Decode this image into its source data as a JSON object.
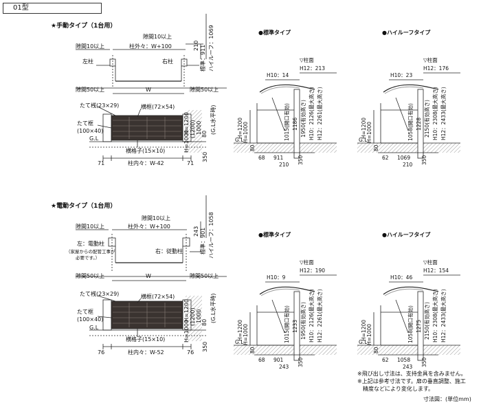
{
  "title": "01型",
  "manual": {
    "heading": "★手動タイプ（1台用）",
    "gap_top": "隙間10以上",
    "gap_left": "隙間10以上",
    "outer_width": "柱外々：W+100",
    "left_post": "左柱",
    "right_post": "右柱",
    "gap_bottom_left": "隙間50以上",
    "gap_bottom_right": "隙間50以上",
    "width_label": "W",
    "dim_210": "210",
    "standard_911": "標準：911",
    "hiroof_1069": "ハイルーフ：1069",
    "tatesan": "たて桟(23×29)",
    "yokowaku": "横框(72×54)",
    "tatewaku": "たて框",
    "tatewaku_size": "(100×40)",
    "yokokoushi": "横格子(15×10)",
    "gl": "G.L",
    "gl_level": "(G.L水平時)",
    "h1200": "H=1200",
    "h1000": "H=1000",
    "p1200": "(1200)",
    "p1000": "1000",
    "d80": "80",
    "d350": "350",
    "d71a": "71",
    "d71b": "71",
    "inner_width": "柱内々：W-42"
  },
  "electric": {
    "heading": "★電動タイプ（1台用）",
    "gap_top": "隙間10以上",
    "gap_left": "隙間10以上",
    "outer_width": "柱外々：W+100",
    "left_post": "左：電動柱",
    "left_post_note1": "（家屋からの配管工事が",
    "left_post_note2": "必要です。）",
    "right_post": "右：従動柱",
    "gap_bottom_left": "隙間50以上",
    "gap_bottom_right": "隙間50以上",
    "width_label": "W",
    "dim_243": "243",
    "standard_901": "標準：901",
    "hiroof_1058": "ハイルーフ：1058",
    "tatesan": "たて桟(23×29)",
    "yokowaku": "横框(72×54)",
    "tatewaku": "たて框",
    "tatewaku_size": "(100×40)",
    "yokokoushi": "横格子(15×10)",
    "gl": "G.L",
    "gl_level": "(G.L水平時)",
    "h1200": "H=1200",
    "h1000": "H=1000",
    "p1200": "(1200)",
    "p1000": "1000",
    "d80": "80",
    "d350": "350",
    "d76a": "76",
    "d76b": "76",
    "inner_width": "柱内々：W-52"
  },
  "side_views": [
    {
      "heading": "●標準タイプ",
      "column_face": "▽柱面",
      "h10": "H10：14",
      "h12": "H12：213",
      "h1200": "H=1200",
      "h1000": "H=1000",
      "v1015": "1015(開口有効)",
      "v1186": "1186",
      "v1950": "1950(有効高さ)",
      "h10_tall": "H10：2126(最大高さ)",
      "h12_tall": "H12：2261(最大高さ)",
      "gl": "G.L",
      "d80": "80",
      "d68": "68",
      "d911": "911",
      "d210": "210",
      "d350": "350"
    },
    {
      "heading": "●ハイルーフタイプ",
      "column_face": "▽柱面",
      "h10": "H10：23",
      "h12": "H12：176",
      "h1200": "H=1200",
      "h1000": "H=1000",
      "v1015": "1058(開口有効)",
      "v1186": "1228",
      "v1950": "2150(有効高さ)",
      "h10_tall": "H10：2308(最大高さ)",
      "h12_tall": "H12：2433(最大高さ)",
      "gl": "G.L",
      "d80": "80",
      "d68": "62",
      "d911": "1069",
      "d210": "210",
      "d350": "350"
    },
    {
      "heading": "●標準タイプ",
      "column_face": "▽柱面",
      "h10": "H10：9",
      "h12": "H12：190",
      "h1200": "H=1200",
      "h1000": "H=1000",
      "v1015": "1015(開口有効)",
      "v1186": "1233",
      "v1950": "1950(有効高さ)",
      "h10_tall": "H10：2126(最大高さ)",
      "h12_tall": "H12：2261(最大高さ)",
      "gl": "G.L",
      "d80": "80",
      "d68": "68",
      "d911": "901",
      "d210": "243",
      "d350": "350"
    },
    {
      "heading": "●ハイルーフタイプ",
      "column_face": "▽柱面",
      "h10": "H10：46",
      "h12": "H12：154",
      "h1200": "H=1200",
      "h1000": "H=1000",
      "v1015": "1058(開口有効)",
      "v1186": "1275",
      "v1950": "2150(有効高さ)",
      "h10_tall": "H10：2308(最大高さ)",
      "h12_tall": "H12：2433(最大高さ)",
      "gl": "G.L",
      "d80": "80",
      "d68": "62",
      "d911": "1058",
      "d210": "243",
      "d350": "350"
    }
  ],
  "notes": {
    "line1": "※飛び出し寸法は、支持金具を含みません。",
    "line2": "※上記は参考寸法です。扉の垂直調整、施工",
    "line3": "　精度などにより変化します。",
    "unit": "寸法図：(単位mm)"
  }
}
